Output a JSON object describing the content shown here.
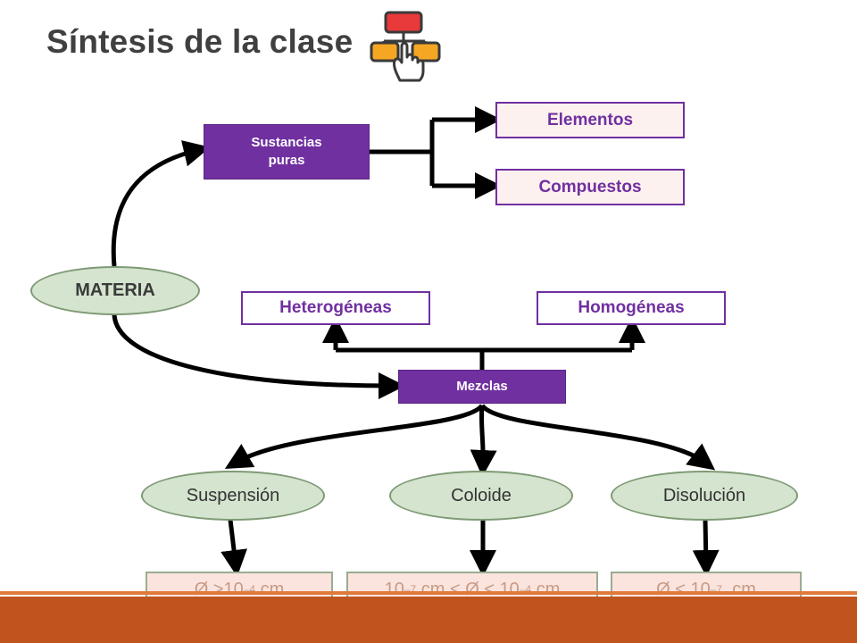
{
  "title": "Síntesis de la clase",
  "root": {
    "label": "MATERIA"
  },
  "pure_substances": {
    "label": "Sustancias puras",
    "children": [
      "Elementos",
      "Compuestos"
    ]
  },
  "mixtures": {
    "label": "Mezclas",
    "types": [
      "Heterogéneas",
      "Homogéneas"
    ],
    "classes": [
      {
        "label": "Suspensión",
        "size": {
          "prefix": "Ø >10",
          "exp": "–4",
          "suffix": " cm"
        }
      },
      {
        "label": "Coloide",
        "size": {
          "prefix": "10",
          "exp": "–7",
          "middle": " cm < Ø < 10",
          "exp2": "–4",
          "suffix": " cm"
        }
      },
      {
        "label": "Disolución",
        "size": {
          "prefix": "Ø < 10",
          "exp": "–7",
          "suffix": "  cm"
        }
      }
    ]
  },
  "colors": {
    "purple": "#7030a0",
    "ellipse_fill": "#d5e4ce",
    "footer": "#c0541f",
    "title": "#404040"
  },
  "icons": [
    "flowchart-hand-icon"
  ]
}
